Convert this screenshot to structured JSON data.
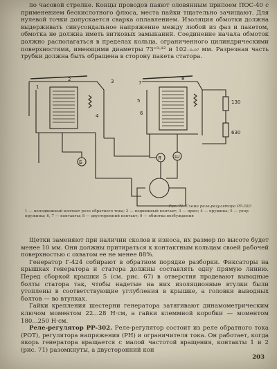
{
  "top_paragraph": "по часовой стрелке. Концы проводов паяют оловянным припоем ПОС-40 с применением бескислотного флюса, места пайки тщательно зачищают. Для нулевой точки допускается сварка оплавлением. Изоляция обмотки должна выдерживать синусоидальное напряжение между любой из фаз и пакетом, обмотка не должна иметь витковых замыканий. Соединение начала обмоток должно располагаться в пределах кольца, ограниченного цилиндрическими поверхностями, имеющими диаметры 73⁺⁰·¹² и 102₋₀.₀₇ мм. Разрезная часть трубки должна быть обращена в сторону пакета статора.",
  "figure": {
    "labels": {
      "n1": "1",
      "n2": "2",
      "n3": "3",
      "n4": "4",
      "n5": "5",
      "n6": "6",
      "n7": "7",
      "n8": "8",
      "r1": "130",
      "r2": "630",
      "b": "Б",
      "ya": "Я",
      "sh": "Ш"
    },
    "caption_title": "Рис. 71. Схема реле-регулятора РР-302:",
    "caption_text": "1 — неподвижный контакт реле обратного тока; 2 — подвижный контакт; 3 — ярмо; 4 — пружина; 5 — упор пружины; 6, 7 — контакты; 8 — двусторонний контакт; 9 — обмотка возбуждения"
  },
  "bottom_paragraphs": [
    "Щетки заменяют при наличии сколов и износа, их размер по высоте будет менее 10 мм. Они должны притираться к контактным кольцам своей рабочей поверхностью с охватом ее не менее 88%.",
    "Генератор Г-424 собирают в обратном порядке разборки. Фиксаторы на крышках генератора и статора должны составлять одну прямую линию. Перед сборкой крышки 5 (см. рис. 67) в отверстия продевают выводные болты статора так, чтобы надетые на них изоляционные втулки были утоплены в соответствующие углубления в крышке, а головки выводных болтов — во втулках.",
    "Гайки крепления шестерни генератора затягивают динамометрическим ключом моментом 22...28 Н·см, а гайки клеммной коробки — моментом 180...250 Н·см."
  ],
  "last_paragraph_bold": "Реле-регулятор РР-302.",
  "last_paragraph_rest": " Реле-регулятор состоит из реле обратного тока (РОТ), регулятора напряжения (РН) и ограничителя тока. Он работает, когда якорь генератора вращается с малой частотой вращения, контакты 1 и 2 (рис. 71) разомкнуты, а двусторонний кон",
  "page_number": "203"
}
